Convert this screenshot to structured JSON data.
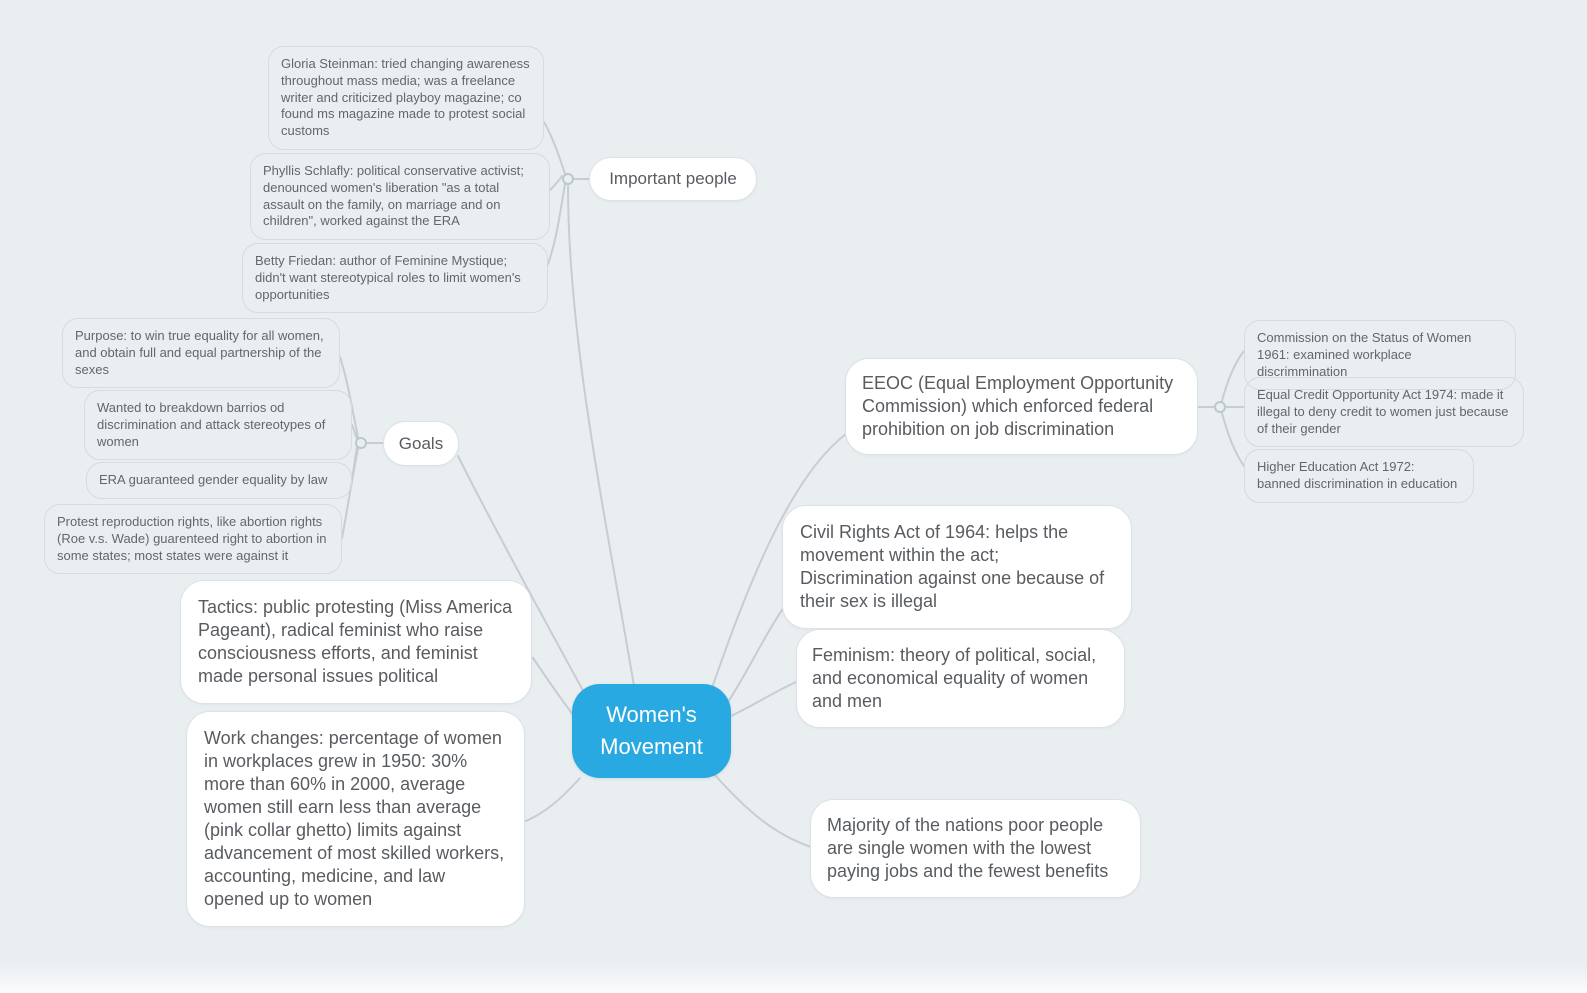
{
  "root": {
    "label": "Women's Movement"
  },
  "branches": {
    "important_people": {
      "label": "Important people",
      "children": [
        {
          "text": "Gloria Steinman: tried changing awareness throughout mass media; was a freelance writer and criticized playboy magazine; co found ms magazine made to protest social customs"
        },
        {
          "text": "Phyllis Schlafly: political conservative activist; denounced women's liberation \"as a total assault on the family, on marriage and on children\", worked against the ERA"
        },
        {
          "text": "Betty Friedan: author of Feminine Mystique; didn't want stereotypical roles to limit women's opportunities"
        }
      ]
    },
    "goals": {
      "label": "Goals",
      "children": [
        {
          "text": "Purpose: to win true equality for all women, and obtain full and equal partnership of the sexes"
        },
        {
          "text": "Wanted to breakdown barrios od discrimination and attack stereotypes of women"
        },
        {
          "text": "ERA guaranteed gender equality by law"
        },
        {
          "text": "Protest reproduction rights, like abortion rights (Roe v.s. Wade) guarenteed right to abortion in some states; most states were against it"
        }
      ]
    },
    "tactics": {
      "label": "Tactics: public protesting (Miss America Pageant), radical feminist who raise consciousness efforts, and feminist made personal issues political"
    },
    "work_changes": {
      "label": "Work changes: percentage of women in workplaces grew in 1950: 30% more than 60% in 2000, average women still earn less than average (pink collar ghetto) limits against advancement of most skilled workers, accounting, medicine, and law opened up to women"
    },
    "eeoc": {
      "label": "EEOC (Equal Employment Opportunity Commission) which enforced federal prohibition on job discrimination",
      "children": [
        {
          "text": "Commission on the Status of Women 1961: examined workplace discrimmination"
        },
        {
          "text": "Equal Credit Opportunity Act 1974: made it illegal to deny credit to women just because of their gender"
        },
        {
          "text": "Higher Education Act 1972: banned discrimination in education"
        }
      ]
    },
    "civil_rights": {
      "label": "Civil Rights Act of 1964: helps the movement within the act; Discrimination against one because of their sex is illegal"
    },
    "feminism": {
      "label": "Feminism: theory of political, social, and economical equality of women and men"
    },
    "poverty": {
      "label": "Majority of the nations poor people are single women with the lowest paying jobs and the fewest benefits"
    }
  },
  "colors": {
    "background": "#e9eef1",
    "root_fill": "#29a9e1",
    "root_text": "#ffffff",
    "bubble_fill": "#ffffff",
    "bubble_border": "#dde2e6",
    "leaf_border": "#d6dbdf",
    "connector": "#c7cdd3",
    "text": "#585c61"
  }
}
